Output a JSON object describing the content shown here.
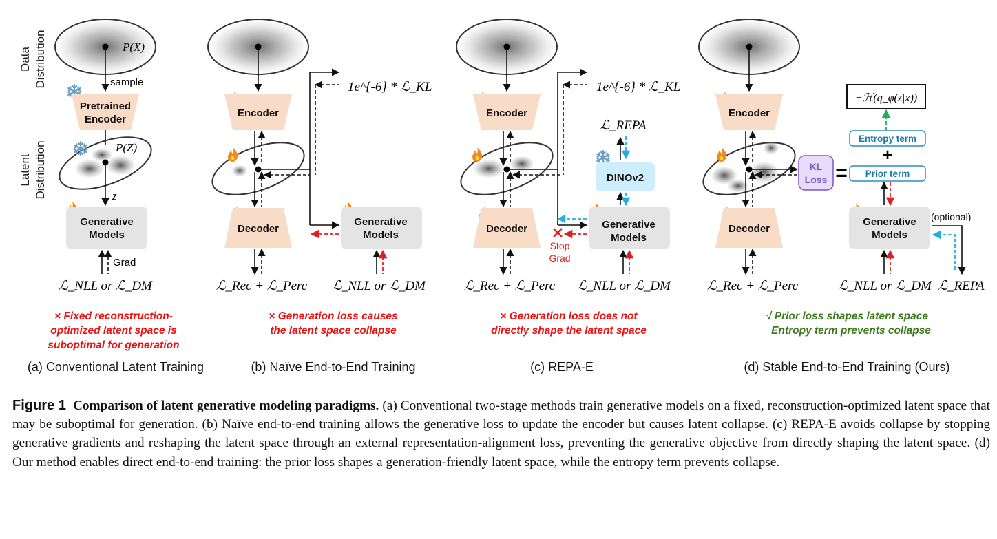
{
  "axis_labels": {
    "data": [
      "Data",
      "Distribution"
    ],
    "latent": [
      "Latent",
      "Distribution"
    ]
  },
  "panels": {
    "a": {
      "px": "P(X)",
      "pz": "P(Z)",
      "sample": "sample",
      "encoder": [
        "Pretrained",
        "Encoder"
      ],
      "z": "z",
      "gen": [
        "Generative",
        "Models"
      ],
      "grad": "Grad",
      "loss": "ℒ_NLL or ℒ_DM",
      "note": [
        "× Fixed reconstruction-",
        "optimized latent space is",
        "suboptimal for generation"
      ],
      "caption": "(a) Conventional Latent Training"
    },
    "b": {
      "encoder": "Encoder",
      "decoder": "Decoder",
      "gen": [
        "Generative",
        "Models"
      ],
      "kl": "1e^{-6} * ℒ_KL",
      "rec": "ℒ_Rec + ℒ_Perc",
      "loss": "ℒ_NLL or ℒ_DM",
      "note": [
        "× Generation loss causes",
        "the latent space collapse"
      ],
      "caption": "(b) Naïve End-to-End Training"
    },
    "c": {
      "encoder": "Encoder",
      "decoder": "Decoder",
      "gen": [
        "Generative",
        "Models"
      ],
      "dino": "DINOv2",
      "repa": "ℒ_REPA",
      "kl": "1e^{-6} * ℒ_KL",
      "stop": [
        "Stop",
        "Grad"
      ],
      "rec": "ℒ_Rec + ℒ_Perc",
      "loss": "ℒ_NLL or ℒ_DM",
      "note": [
        "× Generation loss does not",
        "directly shape the latent space"
      ],
      "caption": "(c) REPA-E"
    },
    "d": {
      "encoder": "Encoder",
      "decoder": "Decoder",
      "gen": [
        "Generative",
        "Models"
      ],
      "kl_loss": [
        "KL",
        "Loss"
      ],
      "equals": "=",
      "entropy_box": "−ℋ(q_φ(z|x))",
      "entropy_term": "Entropy term",
      "plus": "+",
      "prior_term": "Prior term",
      "optional": "(optional)",
      "rec": "ℒ_Rec + ℒ_Perc",
      "loss": "ℒ_NLL or ℒ_DM",
      "repa": "ℒ_REPA",
      "note": [
        "√ Prior loss shapes latent space",
        "Entropy term prevents collapse"
      ],
      "caption": "(d) Stable End-to-End Training (Ours)"
    }
  },
  "figure_caption": {
    "label": "Figure 1",
    "title": "Comparison of latent generative modeling paradigms.",
    "body": " (a) Conventional two-stage methods train generative models on a fixed, reconstruction-optimized latent space that may be suboptimal for generation. (b) Naïve end-to-end training allows the generative loss to update the encoder but causes latent collapse. (c) REPA-E avoids collapse by stopping generative gradients and reshaping the latent space through an external representation-alignment loss, preventing the generative objective from directly shaping the latent space. (d) Our method enables direct end-to-end training: the prior loss shapes a generation-friendly latent space, while the entropy term prevents collapse."
  },
  "colors": {
    "block_fill": "#f9dcc8",
    "gen_fill": "#e4e4e4",
    "warn": "#ee1111",
    "ok": "#3d7a1f",
    "red_arrow": "#e02020",
    "blue_arrow": "#22aee0",
    "green_arrow": "#22b050",
    "dino_fill": "#cdeefa",
    "kl_fill": "#e8dcfa",
    "kl_text": "#7a55c8",
    "term_stroke": "#2a8fc0",
    "term_text": "#1a7aa8"
  },
  "icons": [
    "snowflake-icon",
    "flame-icon"
  ]
}
